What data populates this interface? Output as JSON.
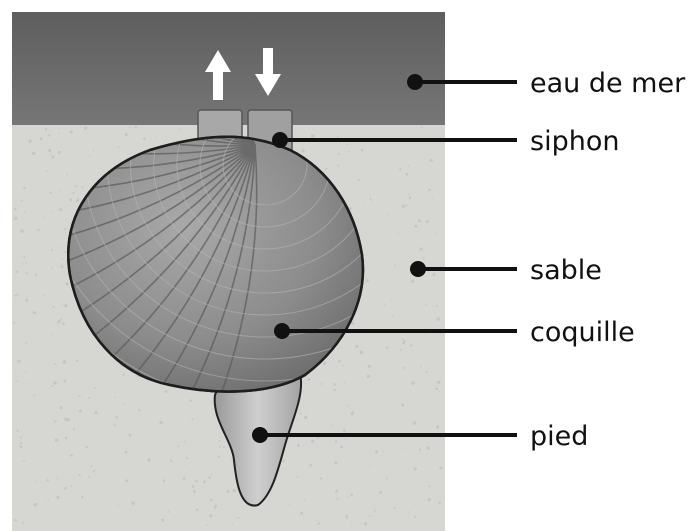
{
  "diagram": {
    "labels": {
      "sea_water": "eau de mer",
      "siphon": "siphon",
      "sand": "sable",
      "shell": "coquille",
      "foot": "pied"
    },
    "arrows": {
      "siphon_left": "arrow-up",
      "siphon_right": "arrow-down"
    },
    "colors": {
      "sea_water": "#6b6b6b",
      "sand": "#d7d7d5",
      "shell": "#8f8f8f",
      "foot": "#b8b8b8",
      "leader_line": "#111111"
    }
  }
}
